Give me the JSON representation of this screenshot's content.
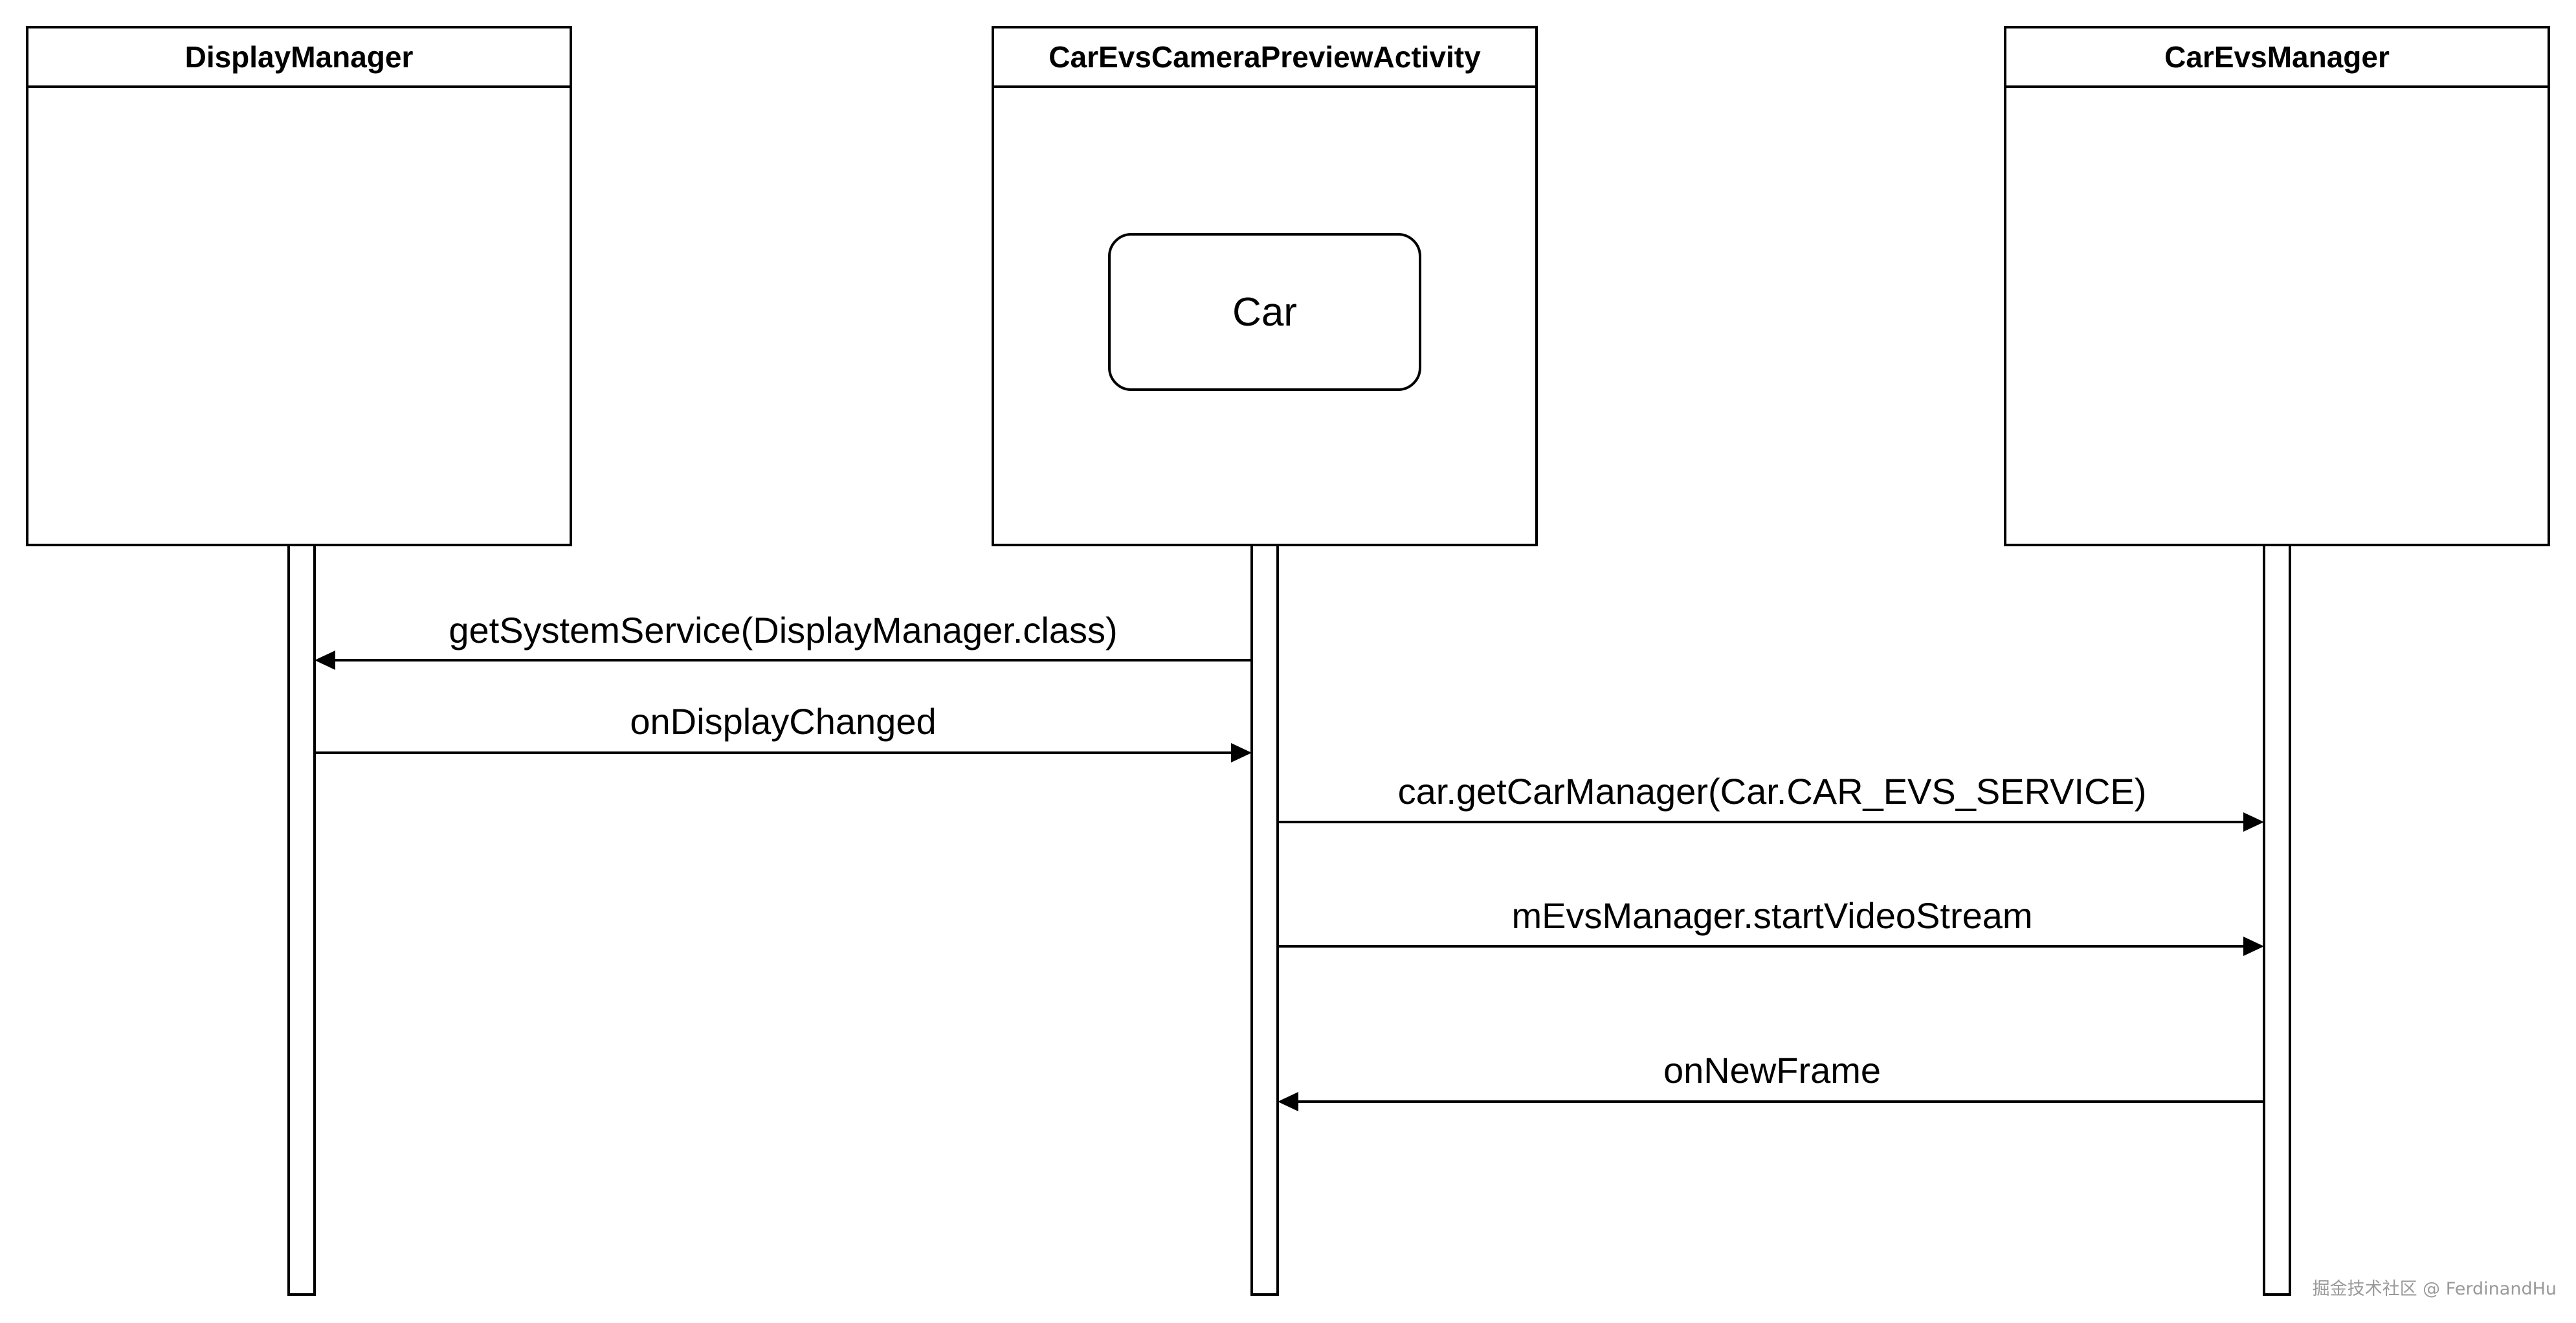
{
  "participants": [
    {
      "id": "display-manager",
      "title": "DisplayManager"
    },
    {
      "id": "car-evs-camera-preview-activity",
      "title": "CarEvsCameraPreviewActivity",
      "inner_box": "Car"
    },
    {
      "id": "car-evs-manager",
      "title": "CarEvsManager"
    }
  ],
  "messages": [
    {
      "label": "getSystemService(DisplayManager.class)",
      "from": 1,
      "to": 0
    },
    {
      "label": "onDisplayChanged",
      "from": 0,
      "to": 1
    },
    {
      "label": "car.getCarManager(Car.CAR_EVS_SERVICE)",
      "from": 1,
      "to": 2
    },
    {
      "label": "mEvsManager.startVideoStream",
      "from": 1,
      "to": 2
    },
    {
      "label": "onNewFrame",
      "from": 2,
      "to": 1
    }
  ],
  "watermark": "掘金技术社区 @ FerdinandHu"
}
